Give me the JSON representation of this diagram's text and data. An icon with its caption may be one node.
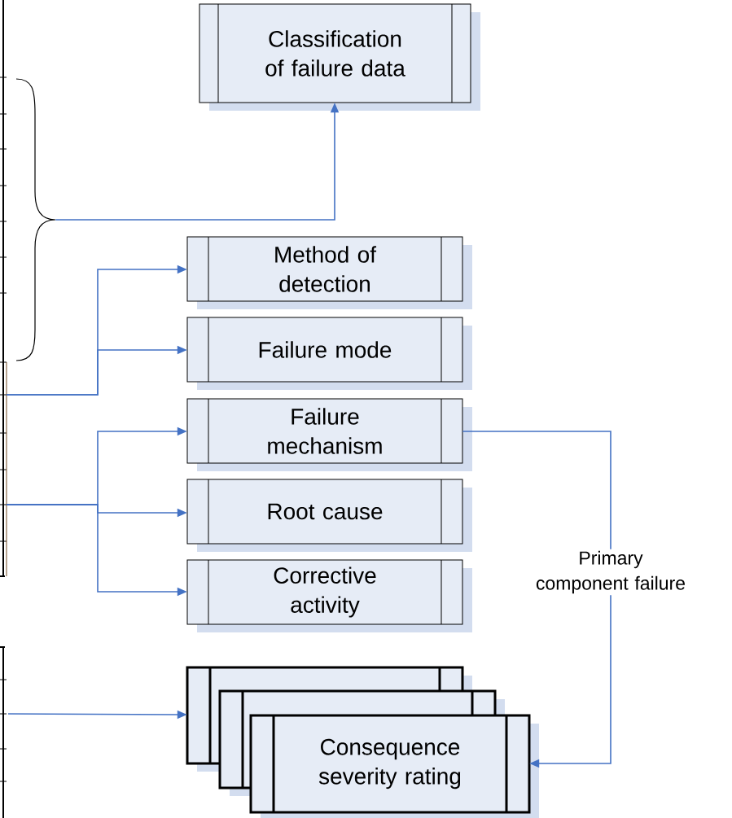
{
  "diagram": {
    "nodes": [
      {
        "text": [
          "Classification of failure data"
        ]
      },
      {
        "text": [
          "Method of detection"
        ]
      },
      {
        "text": [
          "Failure mode"
        ]
      },
      {
        "text": [
          "Failure mechanism"
        ]
      },
      {
        "text": [
          "Root cause"
        ]
      },
      {
        "text": [
          "Corrective activity"
        ]
      },
      {
        "text": [
          "Consequence severity rating"
        ]
      },
      {
        "text": [],
        "shape": "brace"
      }
    ],
    "edges": [
      {
        "from": 7,
        "to": 0,
        "arrow": "to"
      },
      {
        "from": null,
        "to": 1,
        "arrow": "to"
      },
      {
        "from": null,
        "to": 2,
        "arrow": "to"
      },
      {
        "from": null,
        "to": 3,
        "arrow": "to"
      },
      {
        "from": null,
        "to": 4,
        "arrow": "to"
      },
      {
        "from": null,
        "to": 5,
        "arrow": "to"
      },
      {
        "from": null,
        "to": 6,
        "arrow": "to"
      },
      {
        "from": 3,
        "to": 6,
        "arrow": "to",
        "label": "Primary component failure"
      }
    ]
  }
}
